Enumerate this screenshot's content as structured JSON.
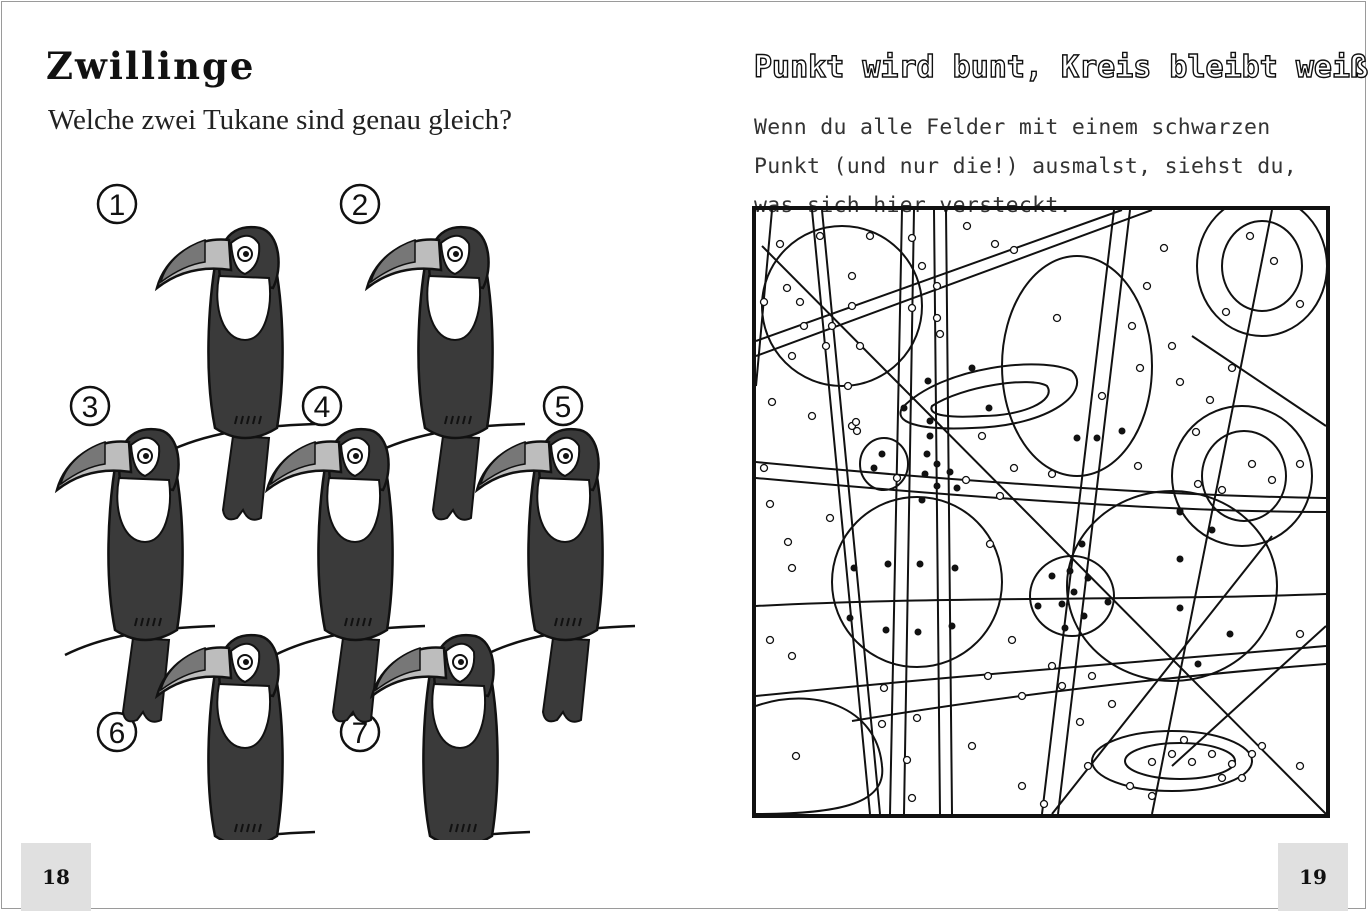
{
  "left_page": {
    "title": "Zwillinge",
    "question": "Welche zwei Tukane sind genau gleich?",
    "toucans": [
      {
        "number": "1"
      },
      {
        "number": "2"
      },
      {
        "number": "3"
      },
      {
        "number": "4"
      },
      {
        "number": "5"
      },
      {
        "number": "6"
      },
      {
        "number": "7"
      }
    ],
    "page_number": "18"
  },
  "right_page": {
    "title": "Punkt wird bunt, Kreis bleibt weiß",
    "instruction": "Wenn du alle Felder mit einem schwarzen Punkt (und nur die!) ausmalst, siehst du, was sich hier versteckt.",
    "page_number": "19"
  },
  "colors": {
    "toucan_body": "#3a3a3a",
    "beak_dark": "#777777",
    "beak_light": "#bdbdbd",
    "page_tab": "#e0e0e0"
  }
}
